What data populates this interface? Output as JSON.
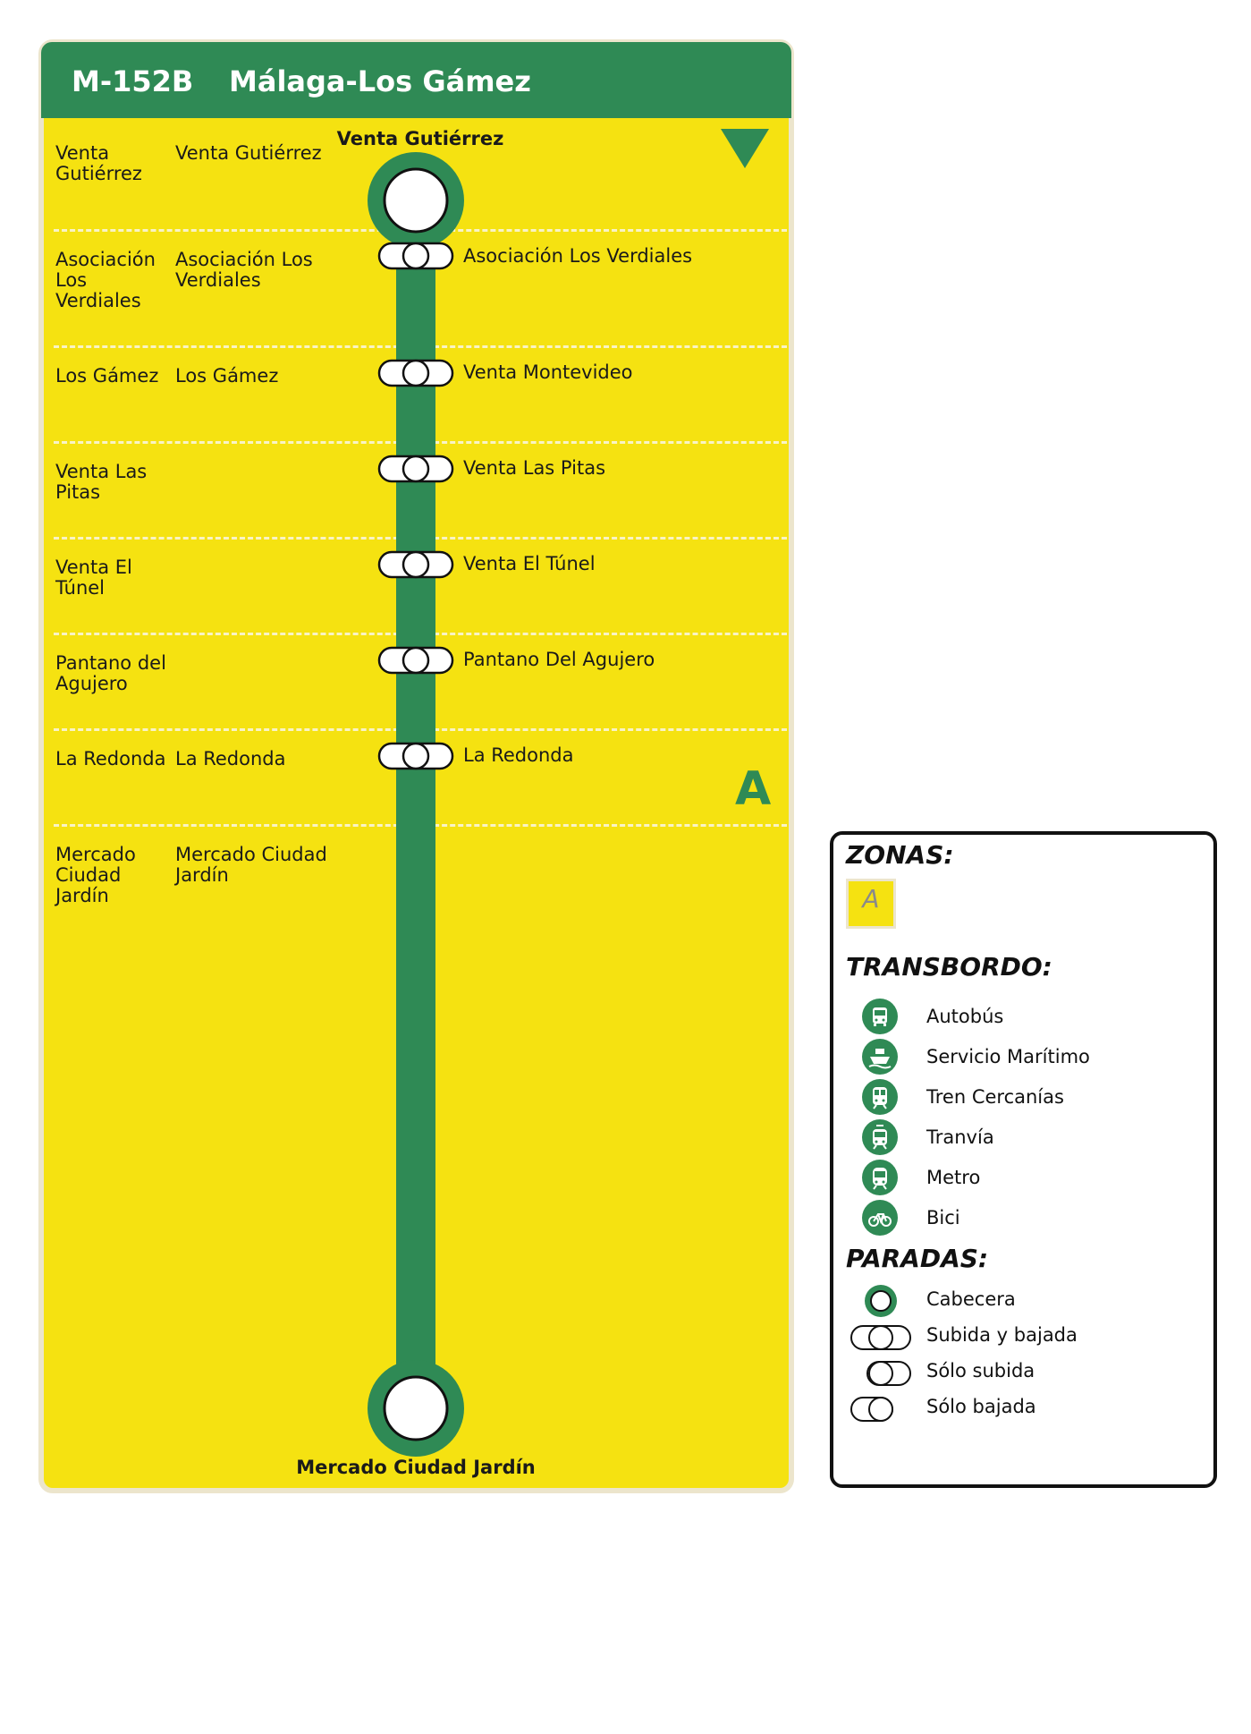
{
  "route": {
    "code": "M-152B",
    "name": "Málaga-Los Gámez",
    "terminus_start": "Venta Gutiérrez",
    "terminus_end": "Mercado Ciudad Jardín",
    "zone_marker": "A",
    "colors": {
      "line": "#2f8a55",
      "zone_fill": "#f5e211",
      "border": "#ece5cc"
    }
  },
  "rows": [
    {
      "zone": "Venta Gutiérrez",
      "left": "Venta Gutiérrez",
      "right": ""
    },
    {
      "zone": "Asociación Los Verdiales",
      "left": "Asociación Los Verdiales",
      "right": "Asociación Los Verdiales"
    },
    {
      "zone": "Los Gámez",
      "left": "Los Gámez",
      "right": "Venta Montevideo"
    },
    {
      "zone": "Venta Las Pitas",
      "left": "",
      "right": "Venta Las Pitas"
    },
    {
      "zone": "Venta El Túnel",
      "left": "",
      "right": "Venta El Túnel"
    },
    {
      "zone": "Pantano del Agujero",
      "left": "",
      "right": "Pantano Del Agujero"
    },
    {
      "zone": "La Redonda",
      "left": "La Redonda",
      "right": "La Redonda"
    },
    {
      "zone": "Mercado Ciudad Jardín",
      "left": "Mercado Ciudad Jardín",
      "right": ""
    }
  ],
  "legend": {
    "zones_title": "ZONAS:",
    "zone_swatch": "A",
    "transfer_title": "TRANSBORDO:",
    "transfers": [
      {
        "label": "Autobús",
        "icon": "bus-icon"
      },
      {
        "label": "Servicio Marítimo",
        "icon": "ship-icon"
      },
      {
        "label": "Tren Cercanías",
        "icon": "train-icon"
      },
      {
        "label": "Tranvía",
        "icon": "tram-icon"
      },
      {
        "label": "Metro",
        "icon": "metro-icon"
      },
      {
        "label": "Bici",
        "icon": "bike-icon"
      }
    ],
    "stops_title": "PARADAS:",
    "stop_types": [
      {
        "label": "Cabecera",
        "icon": "terminus-icon"
      },
      {
        "label": "Subida y bajada",
        "icon": "board-alight-icon"
      },
      {
        "label": "Sólo subida",
        "icon": "board-only-icon"
      },
      {
        "label": "Sólo bajada",
        "icon": "alight-only-icon"
      }
    ]
  }
}
